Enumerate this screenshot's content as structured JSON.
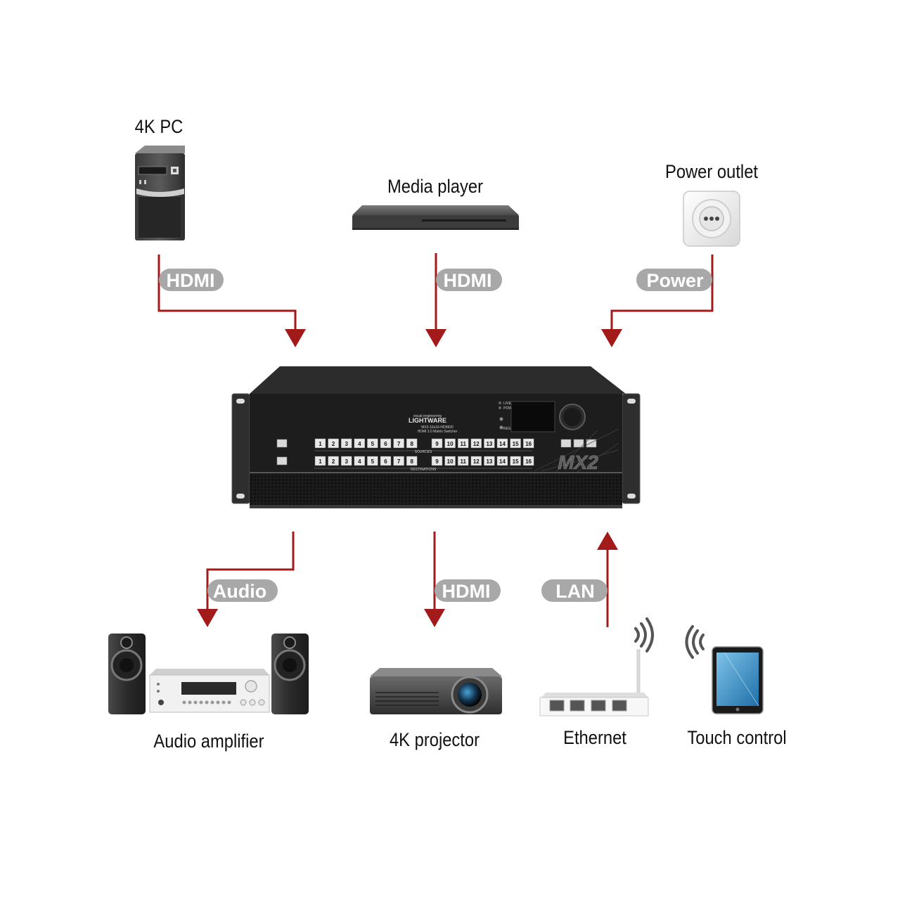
{
  "devices": {
    "pc": {
      "label": "4K PC",
      "icon": "tower-pc-icon"
    },
    "media_player": {
      "label": "Media player",
      "icon": "media-player-icon"
    },
    "power_outlet": {
      "label": "Power outlet",
      "icon": "power-outlet-icon"
    },
    "switcher": {
      "icon": "matrix-switcher-icon",
      "brand_tagline": "visual engineering",
      "brand": "LIGHTWARE",
      "model": "MX2-16x16-HDMI20",
      "description": "HDMI 2.0 Matrix Switcher",
      "logo": "MX2",
      "sources_label": "SOURCES",
      "destinations_label": "DESTINATIONS",
      "led_live": "LIVE",
      "led_power": "POWER",
      "reset_label": "RESET",
      "buttons": [
        "1",
        "2",
        "3",
        "4",
        "5",
        "6",
        "7",
        "8",
        "9",
        "10",
        "11",
        "12",
        "13",
        "14",
        "15",
        "16"
      ]
    },
    "audio_amplifier": {
      "label": "Audio amplifier",
      "icon": "audio-amplifier-icon"
    },
    "projector": {
      "label": "4K projector",
      "icon": "projector-icon"
    },
    "ethernet": {
      "label": "Ethernet",
      "icon": "router-icon"
    },
    "touch_control": {
      "label": "Touch control",
      "icon": "tablet-icon"
    }
  },
  "connections": {
    "pc_hdmi": "HDMI",
    "media_hdmi": "HDMI",
    "power": "Power",
    "audio": "Audio",
    "projector_hdmi": "HDMI",
    "lan": "LAN"
  },
  "colors": {
    "arrow": "#a31a1a",
    "pill": "#a8a8a8",
    "device_dark": "#2a2a2a"
  }
}
